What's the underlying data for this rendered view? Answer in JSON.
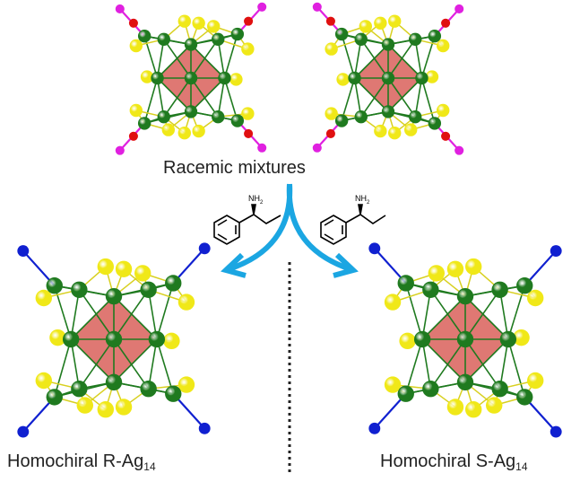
{
  "labels": {
    "racemic": "Racemic mixtures",
    "r_main": "Homochiral R-Ag",
    "r_sub": "14",
    "s_main": "Homochiral S-Ag",
    "s_sub": "14"
  },
  "molecules": {
    "left_group": "NH",
    "left_sub": "2",
    "right_group": "NH",
    "right_sub": "2"
  },
  "colors": {
    "arrow": "#1ba6e2",
    "silver": "#1f7a1f",
    "sulfur": "#f0e818",
    "core": "#d9605a",
    "oxygen": "#e01010",
    "terminal_racemic": "#e020e0",
    "terminal_chiral": "#1020d0"
  }
}
